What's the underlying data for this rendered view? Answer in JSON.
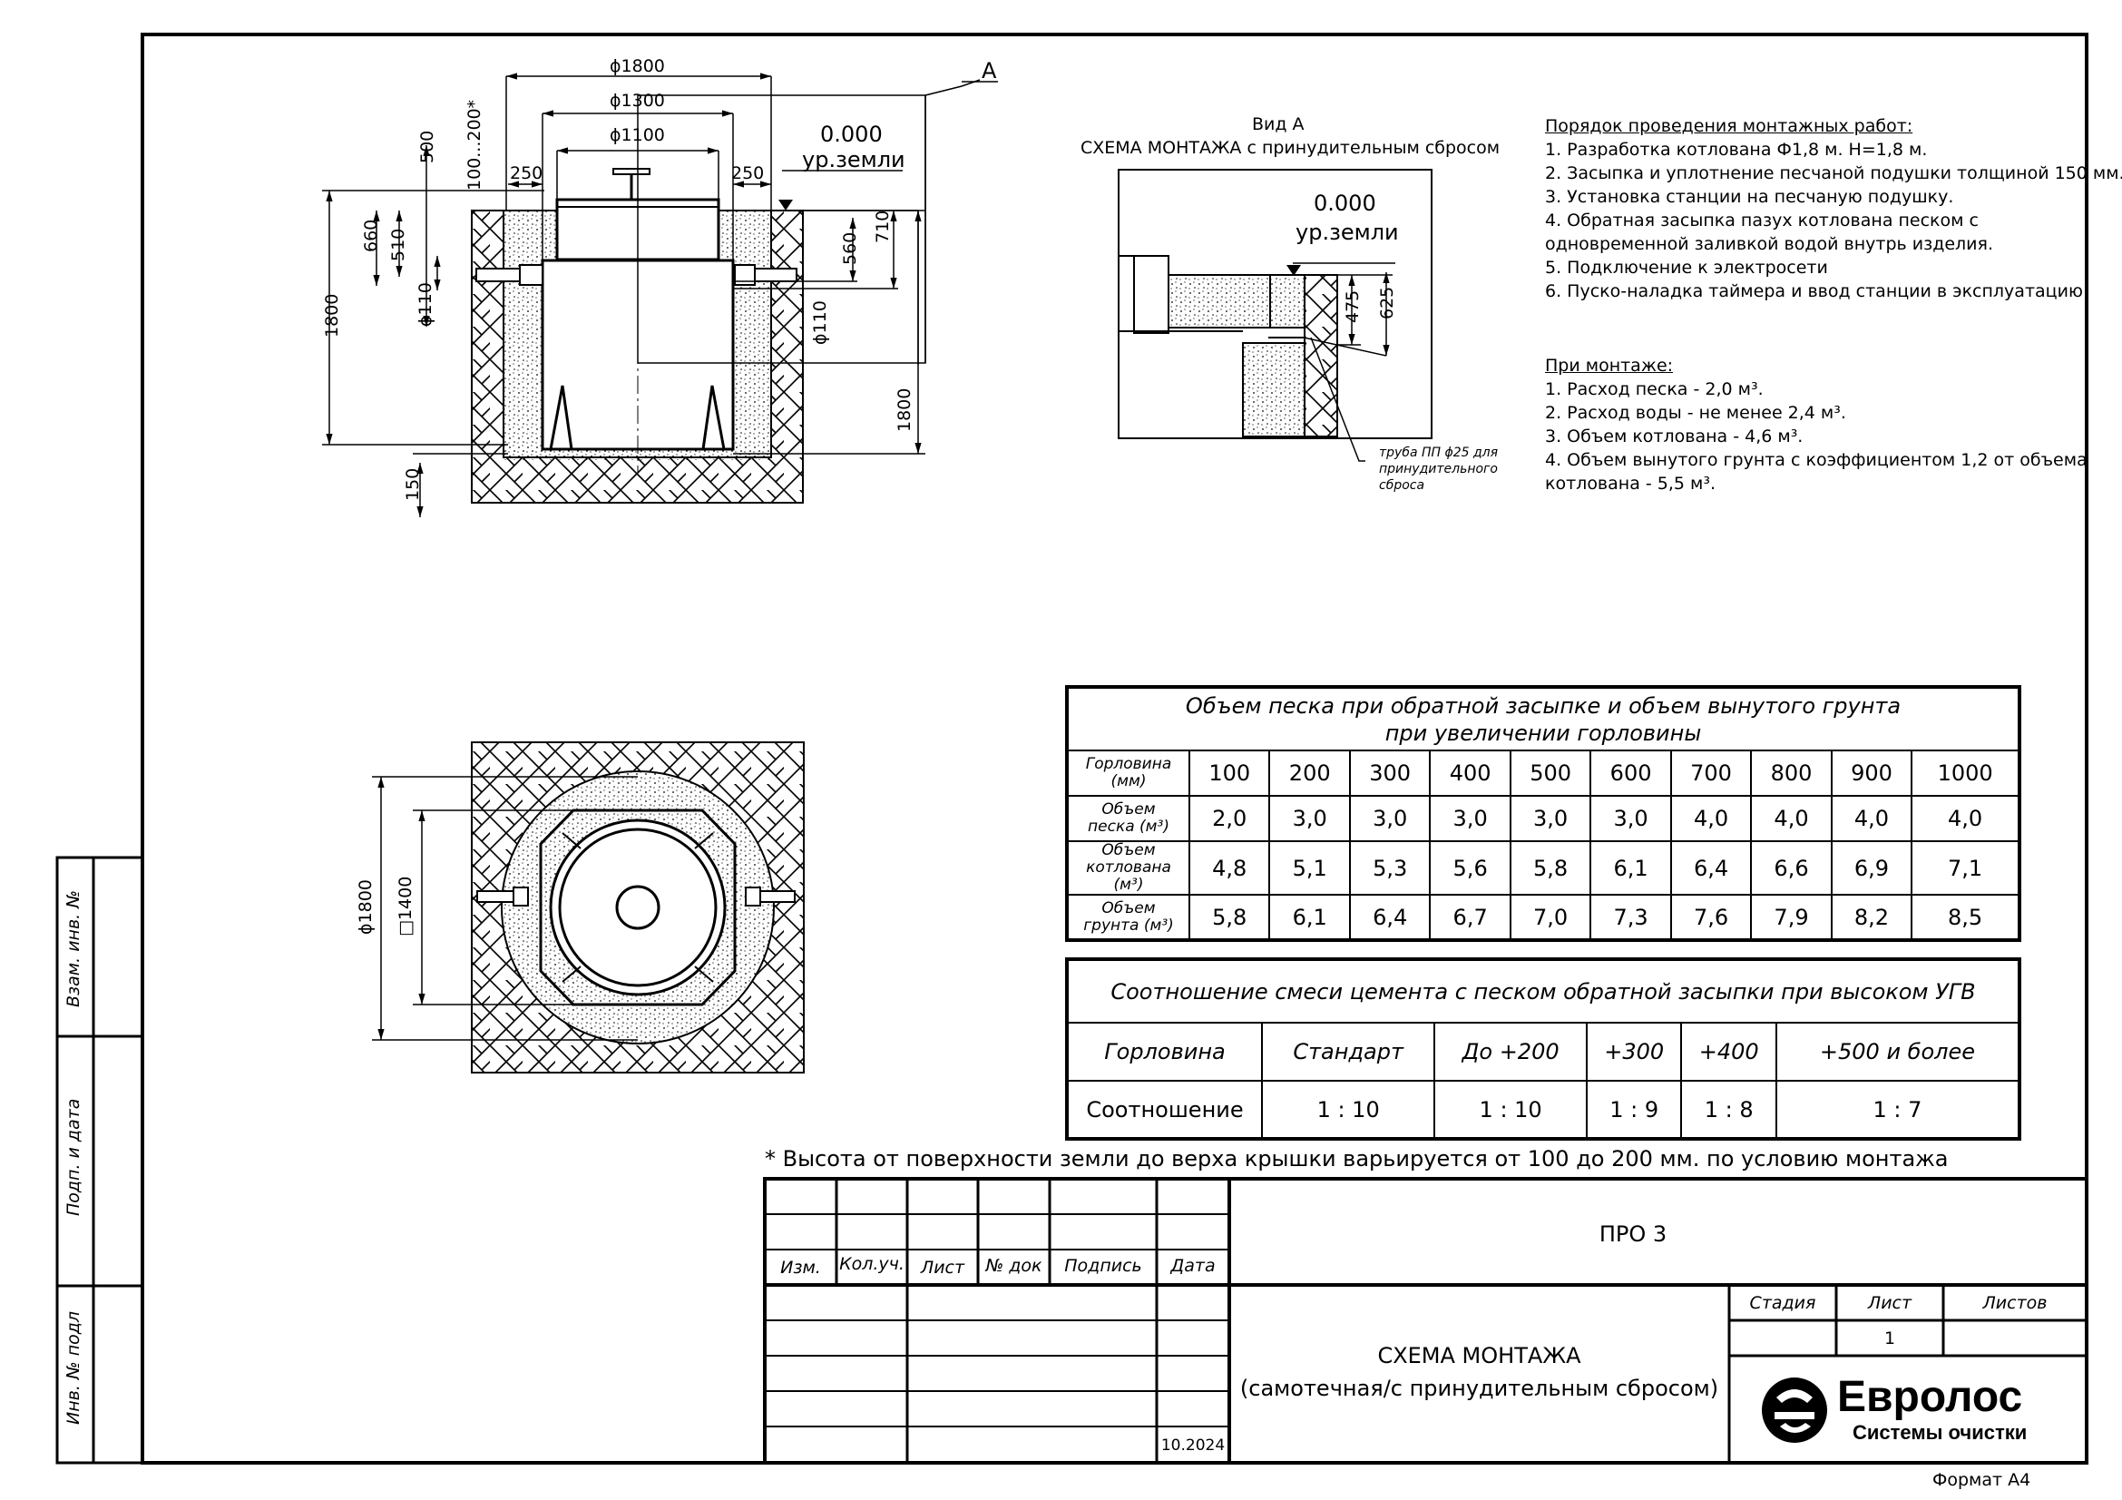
{
  "section_view": {
    "dims": {
      "d1800": "ϕ1800",
      "d1300": "ϕ1300",
      "d1100": "ϕ1100",
      "gap_left": "250",
      "gap_right": "250",
      "h500": "500",
      "h100_200": "100...200*",
      "h660": "660",
      "h510": "510",
      "h1800_left": "1800",
      "pipe_in": "ϕ110",
      "pipe_out": "ϕ110",
      "h560": "560",
      "h710": "710",
      "h1800_right": "1800",
      "h150": "150"
    },
    "level_value": "0.000",
    "level_label": "ур.земли",
    "callout": "А"
  },
  "view_a": {
    "title": "Вид А",
    "subtitle": "СХЕМА МОНТАЖА с принудительным сбросом",
    "level_value": "0.000",
    "level_label": "ур.земли",
    "dim_475": "475",
    "dim_625": "625",
    "pipe_note": [
      "труба ПП ϕ25 для",
      "принудительного",
      "сброса"
    ]
  },
  "plan_view": {
    "dim_d1800": "ϕ1800",
    "dim_sq1400": "□1400"
  },
  "procedure": {
    "title": "Порядок проведения монтажных работ:",
    "items": [
      "1. Разработка котлована Ф1,8 м. Н=1,8 м.",
      "2. Засыпка и уплотнение песчаной подушки толщиной 150 мм.",
      "3. Установка станции на песчаную подушку.",
      "4. Обратная засыпка пазух котлована песком с",
      "одновременной заливкой водой внутрь изделия.",
      "5. Подключение к электросети",
      "6. Пуско-наладка таймера и ввод станции в эксплуатацию"
    ]
  },
  "installation": {
    "title": "При монтаже:",
    "items": [
      "1. Расход песка - 2,0 м³.",
      "2. Расход воды - не менее 2,4 м³.",
      "3. Объем котлована - 4,6 м³.",
      "4. Объем вынутого грунта с коэффициентом 1,2 от объема",
      "котлована - 5,5 м³."
    ]
  },
  "table1": {
    "title_line1": "Объем песка при обратной засыпке и объем вынутого грунта",
    "title_line2": "при увеличении горловины",
    "header_label": [
      "Горловина",
      "(мм)"
    ],
    "columns": [
      "100",
      "200",
      "300",
      "400",
      "500",
      "600",
      "700",
      "800",
      "900",
      "1000"
    ],
    "rows": [
      {
        "label": [
          "Объем",
          "песка (м³)"
        ],
        "values": [
          "2,0",
          "3,0",
          "3,0",
          "3,0",
          "3,0",
          "3,0",
          "4,0",
          "4,0",
          "4,0",
          "4,0"
        ]
      },
      {
        "label": [
          "Объем",
          "котлована (м³)"
        ],
        "values": [
          "4,8",
          "5,1",
          "5,3",
          "5,6",
          "5,8",
          "6,1",
          "6,4",
          "6,6",
          "6,9",
          "7,1"
        ]
      },
      {
        "label": [
          "Объем",
          "грунта (м³)"
        ],
        "values": [
          "5,8",
          "6,1",
          "6,4",
          "6,7",
          "7,0",
          "7,3",
          "7,6",
          "7,9",
          "8,2",
          "8,5"
        ]
      }
    ]
  },
  "table2": {
    "title": "Соотношение смеси цемента с песком обратной засыпки при высоком УГВ",
    "header": [
      "Горловина",
      "Стандарт",
      "До +200",
      "+300",
      "+400",
      "+500 и более"
    ],
    "row": [
      "Соотношение",
      "1 : 10",
      "1 : 10",
      "1 : 9",
      "1 : 8",
      "1 : 7"
    ]
  },
  "footnote": "* Высота от поверхности земли до верха крышки варьируется от 100 до 200 мм. по условию монтажа",
  "title_block": {
    "col_labels": [
      "Изм.",
      "Кол.уч.",
      "Лист",
      "№ док",
      "Подпись",
      "Дата"
    ],
    "date": "10.2024",
    "product": "ПРО 3",
    "drawing_title_1": "СХЕМА МОНТАЖА",
    "drawing_title_2": "(самотечная/с принудительным сбросом)",
    "stage_label": "Стадия",
    "sheet_label": "Лист",
    "sheets_label": "Листов",
    "sheet_value": "1",
    "logo_name": "Евролос",
    "logo_tagline": "Системы очистки"
  },
  "side_stamps": [
    "Взам. инв. №",
    "Подп. и дата",
    "Инв. № подл"
  ],
  "format": "Формат А4"
}
